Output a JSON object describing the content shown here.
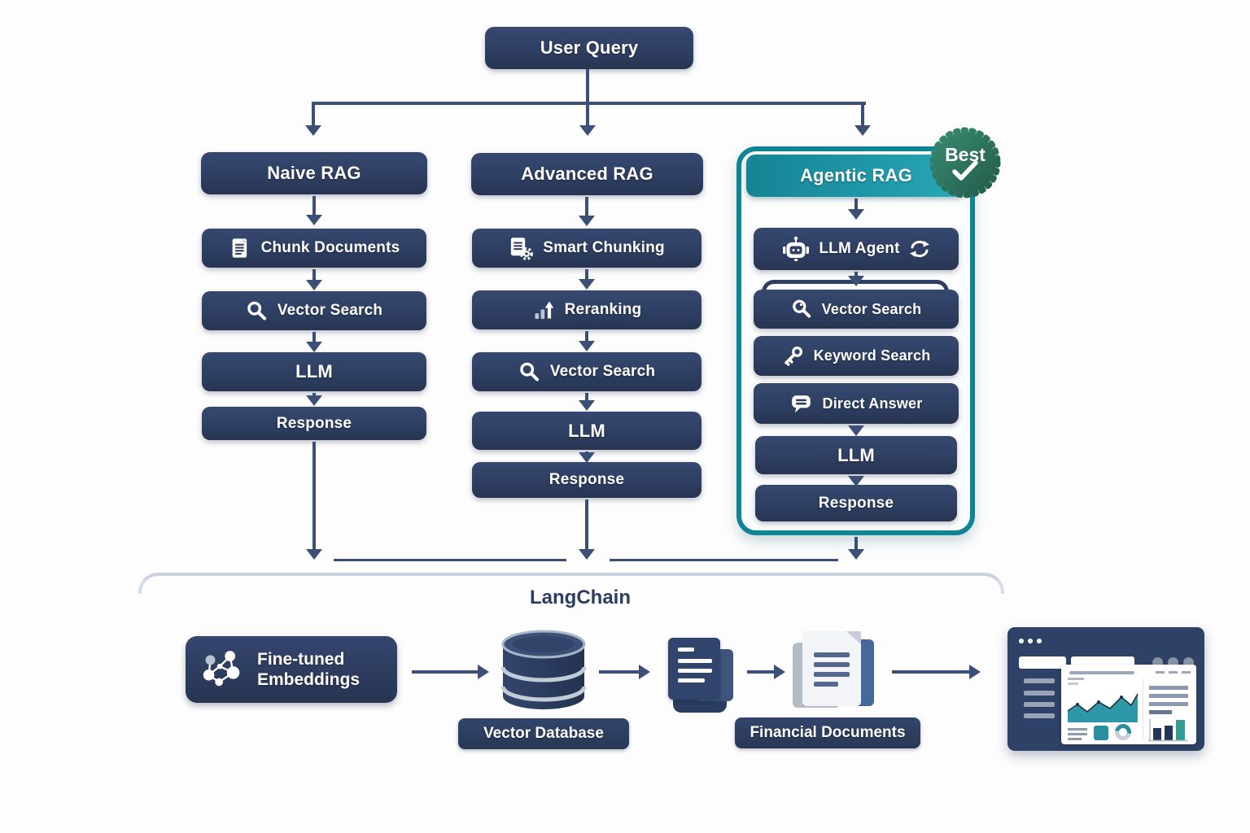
{
  "diagram": {
    "user_query": "User Query",
    "platform_label": "LangChain"
  },
  "columns": [
    {
      "header": "Naive RAG",
      "steps": [
        {
          "icon": "document-icon",
          "label": "Chunk Documents"
        },
        {
          "icon": "search-icon",
          "label": "Vector Search"
        },
        {
          "icon": null,
          "label": "LLM"
        },
        {
          "icon": null,
          "label": "Response"
        }
      ]
    },
    {
      "header": "Advanced RAG",
      "steps": [
        {
          "icon": "document-gear-icon",
          "label": "Smart Chunking"
        },
        {
          "icon": "ranking-bars-icon",
          "label": "Reranking"
        },
        {
          "icon": "search-icon",
          "label": "Vector Search"
        },
        {
          "icon": null,
          "label": "LLM"
        },
        {
          "icon": null,
          "label": "Response"
        }
      ]
    },
    {
      "header": "Agentic RAG",
      "badge": "Best",
      "steps": [
        {
          "icon": "robot-icon",
          "trailing_icon": "refresh-icon",
          "label": "LLM Agent"
        },
        {
          "icon": "search-icon",
          "label": "Vector Search"
        },
        {
          "icon": "key-icon",
          "label": "Keyword Search"
        },
        {
          "icon": "speech-bubble-icon",
          "label": "Direct Answer"
        },
        {
          "icon": null,
          "label": "LLM"
        },
        {
          "icon": null,
          "label": "Response"
        }
      ]
    }
  ],
  "pipeline": {
    "embeddings": {
      "line1": "Fine-tuned",
      "line2": "Embeddings"
    },
    "vector_database": "Vector Database",
    "financial_documents": "Financial Documents",
    "icons": [
      "network-icon",
      "database-icon",
      "document-stack-icon",
      "financial-documents-icon",
      "dashboard-icon"
    ]
  },
  "colors": {
    "navy_box": "#2e3f63",
    "navy_dark": "#273551",
    "arrow": "#3c4f77",
    "teal_header": "#1f97a8",
    "teal_border": "#0f8494",
    "badge_green": "#2e7b63",
    "bracket_gray": "#c8d1e0",
    "chart_teal": "#2b8ea0",
    "background": "#fdfdfe"
  }
}
